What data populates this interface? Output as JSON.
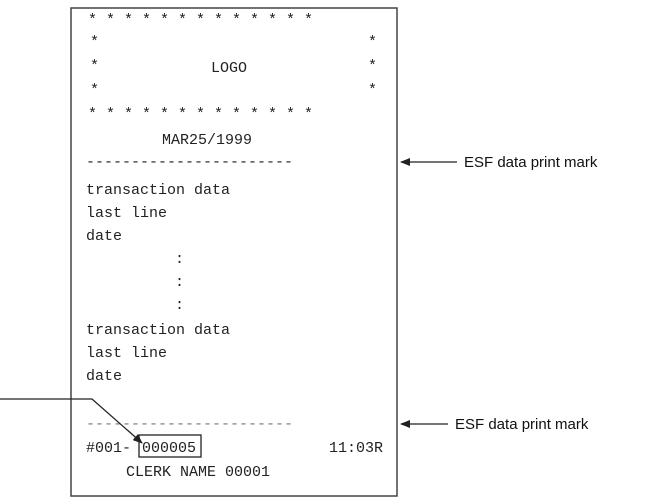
{
  "receipt": {
    "star_row": "* * * * * * * * * * * * *",
    "star_side": "*",
    "logo": "LOGO",
    "date_header": "MAR25/1999",
    "dash_line": "-----------------------",
    "block1": [
      "transaction data",
      "last line",
      "date"
    ],
    "ellipsis": [
      ":",
      ":",
      ":"
    ],
    "block2": [
      "transaction data",
      "last line",
      "date"
    ],
    "footer_prefix": "#001-",
    "footer_number": "000005",
    "footer_time": "11:03R",
    "clerk": "CLERK NAME 00001"
  },
  "annotations": {
    "mark_top": "ESF data print mark",
    "mark_bottom": "ESF data print mark"
  },
  "colors": {
    "line": "#222222",
    "receipt_border": "#444444",
    "dash": "#888888"
  }
}
